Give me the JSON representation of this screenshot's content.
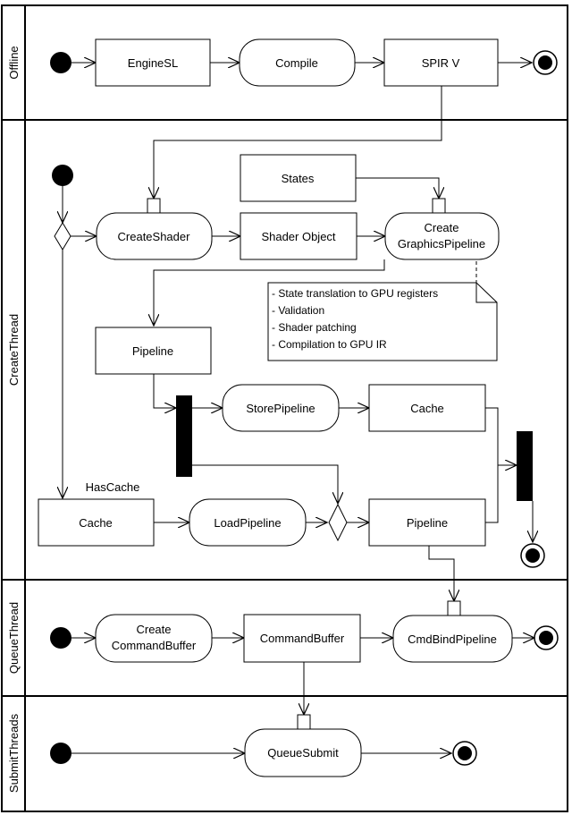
{
  "lanes": {
    "offline": "Offline",
    "create_thread": "CreateThread",
    "queue_thread": "QueueThread",
    "submit_threads": "SubmitThreads"
  },
  "nodes": {
    "engine_sl": "EngineSL",
    "compile": "Compile",
    "spir_v": "SPIR V",
    "states": "States",
    "create_shader": "CreateShader",
    "shader_object": "Shader Object",
    "create_graphics_pipeline": [
      "Create",
      "GraphicsPipeline"
    ],
    "pipeline_top": "Pipeline",
    "store_pipeline": "StorePipeline",
    "cache_top": "Cache",
    "cache_bottom": "Cache",
    "load_pipeline": "LoadPipeline",
    "pipeline_bottom": "Pipeline",
    "create_command_buffer": [
      "Create",
      "CommandBuffer"
    ],
    "command_buffer": "CommandBuffer",
    "cmd_bind_pipeline": "CmdBindPipeline",
    "queue_submit": "QueueSubmit"
  },
  "guards": {
    "has_cache": "HasCache"
  },
  "note": [
    "- State translation to GPU registers",
    "- Validation",
    "- Shader patching",
    "- Compilation to GPU IR"
  ]
}
